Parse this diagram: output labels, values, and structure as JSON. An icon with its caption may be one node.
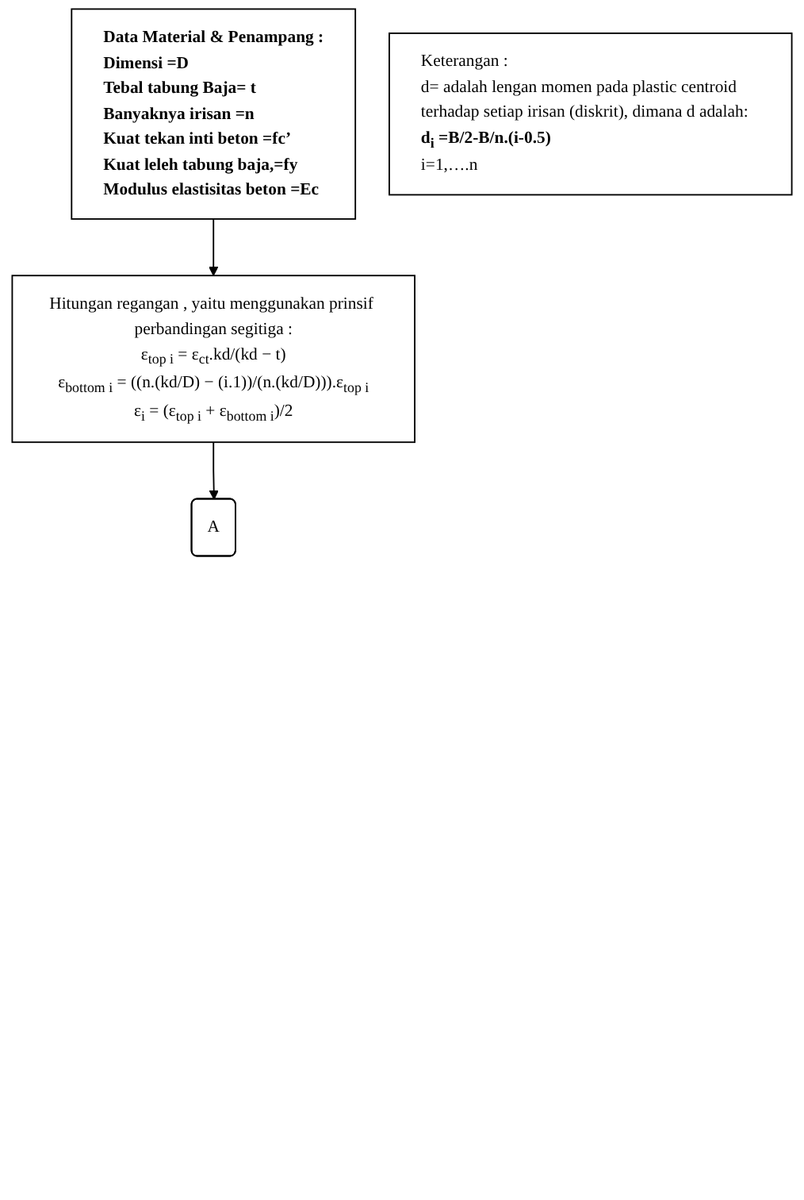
{
  "diagram": {
    "nodes": [
      {
        "text": [
          "Data Material & Penampang :",
          "Dimensi =D",
          "Tebal tabung Baja= t",
          "Banyaknya irisan =n",
          "Kuat tekan inti beton =fc’",
          "Kuat leleh tabung baja,=fy",
          "Modulus elastisitas beton =Ec"
        ]
      },
      {
        "text": [
          "Keterangan :",
          "d= adalah lengan momen pada plastic centroid terhadap setiap irisan (diskrit), dimana d adalah:",
          "d$_{i}$ =B/2-B/n.(i-0.5)",
          "i=1,….n"
        ]
      },
      {
        "text": [
          "Hitungan regangan , yaitu menggunakan prinsif perbandingan segitiga :",
          "ε$_{top i}$ = ε$_{ct}$.kd/(kd − t)",
          "ε$_{bottom i}$ = ((n.(kd/D) − (i.1))/(n.(kd/D))).ε$_{top i}$",
          "ε$_{i}$ = (ε$_{top i}$ + ε$_{bottom i}$)/2"
        ]
      },
      {
        "text": [
          "A"
        ]
      }
    ],
    "edges": [
      {
        "from": 0,
        "to": 2,
        "arrow": "to"
      },
      {
        "from": 2,
        "to": 3,
        "arrow": "to"
      }
    ]
  }
}
